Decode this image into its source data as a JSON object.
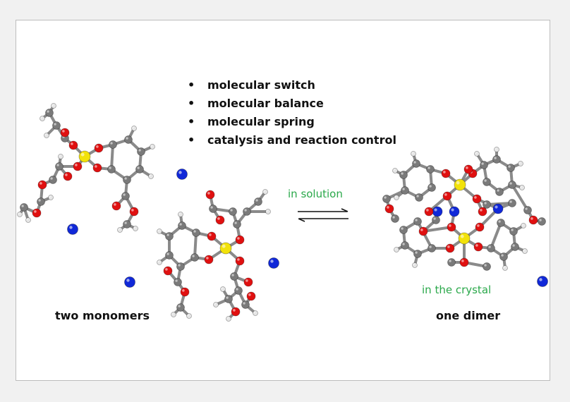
{
  "bullets": [
    "molecular switch",
    "molecular balance",
    "molecular spring",
    "catalysis and reaction control"
  ],
  "labels": {
    "solution": "in solution",
    "crystal": "in the crystal",
    "monomers": "two monomers",
    "dimer": "one dimer"
  },
  "colors": {
    "carbon": "#7a7a7a",
    "oxygen": "#e01010",
    "hydrogen": "#e6e6e6",
    "boron": "#f2e20a",
    "cation": "#1028d8",
    "green_text": "#2aa84a"
  }
}
